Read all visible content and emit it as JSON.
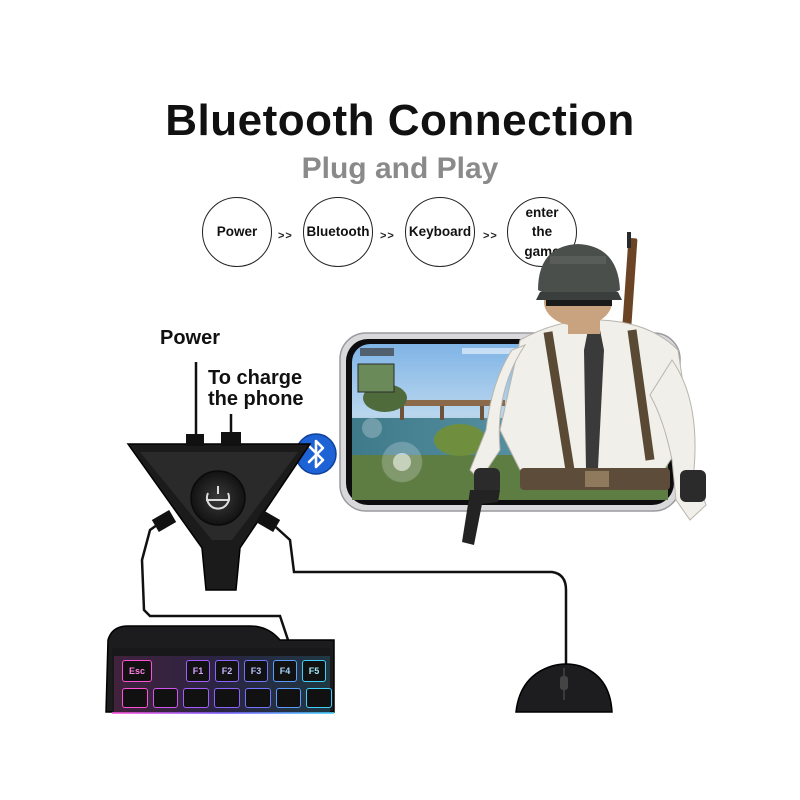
{
  "header": {
    "title": "Bluetooth Connection",
    "subtitle": "Plug and Play"
  },
  "steps": [
    {
      "label": "Power"
    },
    {
      "label": "Bluetooth"
    },
    {
      "label": "Keyboard"
    },
    {
      "label": "enter the game"
    }
  ],
  "step_separator": ">>",
  "callouts": {
    "power": "Power",
    "charge_line1": "To charge",
    "charge_line2": "the phone"
  },
  "keyboard": {
    "keys": [
      "Esc",
      "F1",
      "F2",
      "F3",
      "F4",
      "F5"
    ],
    "backlight_colors": [
      "#ff4fd8",
      "#7a5cff",
      "#3fd0ff"
    ]
  },
  "icons": {
    "bluetooth": "bluetooth-icon",
    "adapter_button": "power-icon"
  },
  "colors": {
    "bluetooth_blue": "#1e63d6",
    "device_black": "#1b1b1b"
  }
}
